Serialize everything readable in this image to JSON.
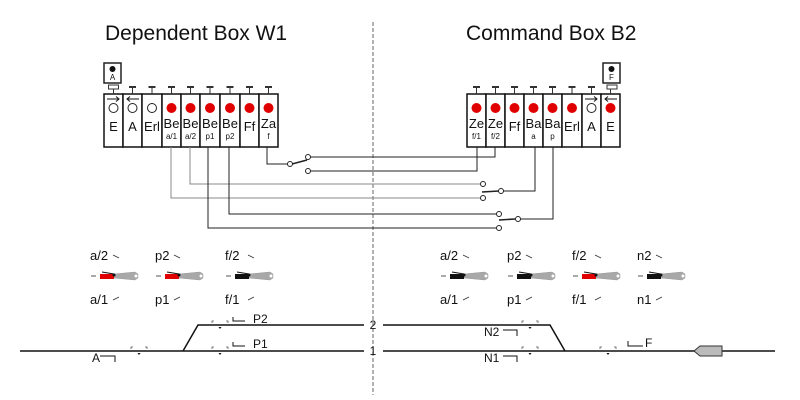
{
  "titles": {
    "left": "Dependent Box W1",
    "right": "Command Box B2"
  },
  "colors": {
    "active": "#e00000",
    "inactive_fill": "#ffffff",
    "line": "#222222",
    "wire_grey": "#888888",
    "semaphore_arm": "#a8a8a8"
  },
  "left_box": {
    "indicator": "A",
    "blocks": [
      {
        "main": "E",
        "sub": "",
        "lamp": "white",
        "arrow": "right"
      },
      {
        "main": "A",
        "sub": "",
        "lamp": "white",
        "arrow": "left"
      },
      {
        "main": "Erl",
        "sub": "",
        "lamp": "white",
        "arrow": ""
      },
      {
        "main": "Be",
        "sub": "a/1",
        "lamp": "red",
        "arrow": ""
      },
      {
        "main": "Be",
        "sub": "a/2",
        "lamp": "red",
        "arrow": ""
      },
      {
        "main": "Be",
        "sub": "p1",
        "lamp": "red",
        "arrow": ""
      },
      {
        "main": "Be",
        "sub": "p2",
        "lamp": "red",
        "arrow": ""
      },
      {
        "main": "Ff",
        "sub": "",
        "lamp": "red",
        "arrow": ""
      },
      {
        "main": "Za",
        "sub": "f",
        "lamp": "red",
        "arrow": ""
      }
    ]
  },
  "right_box": {
    "indicator": "F",
    "blocks": [
      {
        "main": "Ze",
        "sub": "f/1",
        "lamp": "red",
        "arrow": ""
      },
      {
        "main": "Ze",
        "sub": "f/2",
        "lamp": "red",
        "arrow": ""
      },
      {
        "main": "Ff",
        "sub": "",
        "lamp": "red",
        "arrow": ""
      },
      {
        "main": "Ba",
        "sub": "a",
        "lamp": "red",
        "arrow": ""
      },
      {
        "main": "Ba",
        "sub": "p",
        "lamp": "red",
        "arrow": ""
      },
      {
        "main": "Erl",
        "sub": "",
        "lamp": "red",
        "arrow": ""
      },
      {
        "main": "A",
        "sub": "",
        "lamp": "white",
        "arrow": "right"
      },
      {
        "main": "E",
        "sub": "",
        "lamp": "red",
        "arrow": "left"
      }
    ]
  },
  "semaphores_left": [
    {
      "top": "a/2",
      "bottom": "a/1",
      "state": "red"
    },
    {
      "top": "p2",
      "bottom": "p1",
      "state": "red"
    },
    {
      "top": "f/2",
      "bottom": "f/1",
      "state": "black"
    }
  ],
  "semaphores_right": [
    {
      "top": "a/2",
      "bottom": "a/1",
      "state": "black"
    },
    {
      "top": "p2",
      "bottom": "p1",
      "state": "black"
    },
    {
      "top": "f/2",
      "bottom": "f/1",
      "state": "red"
    },
    {
      "top": "n2",
      "bottom": "n1",
      "state": "black"
    }
  ],
  "tracks": {
    "track1": "1",
    "track2": "2",
    "signals": {
      "A": "A",
      "P1": "P1",
      "P2": "P2",
      "N1": "N1",
      "N2": "N2",
      "F": "F"
    }
  }
}
